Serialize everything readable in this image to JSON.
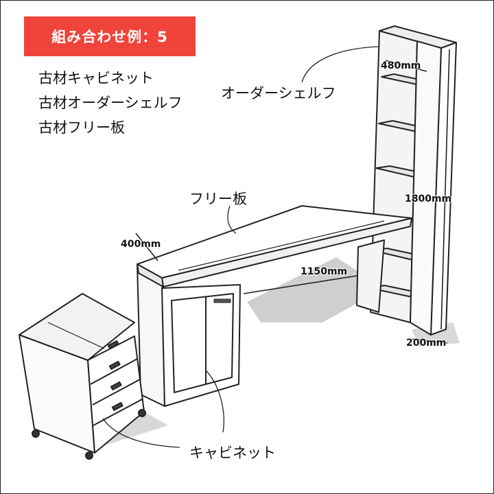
{
  "badge": {
    "text": "組み合わせ例：5",
    "color": "#f0433a"
  },
  "items": [
    "古材キャビネット",
    "古材オーダーシェルフ",
    "古材フリー板"
  ],
  "labels": {
    "shelf": "オーダーシェルフ",
    "board": "フリー板",
    "cabinet": "キャビネット"
  },
  "dimensions": {
    "shelf_depth": "480mm",
    "shelf_height": "1800mm",
    "shelf_width": "200mm",
    "board_depth": "400mm",
    "board_length": "1150mm"
  }
}
